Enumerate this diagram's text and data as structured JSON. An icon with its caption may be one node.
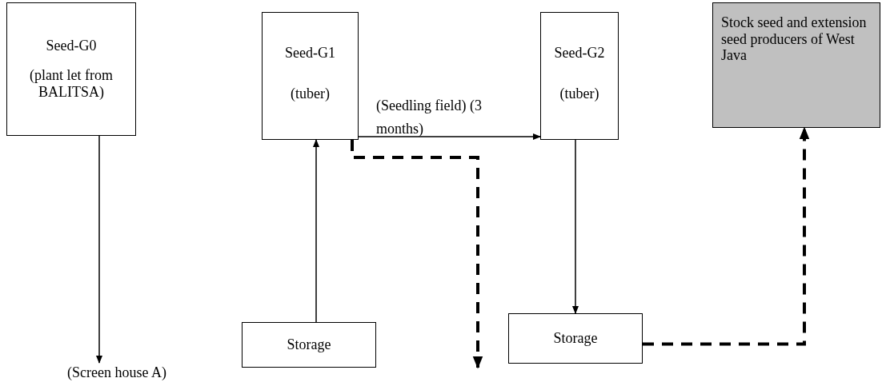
{
  "diagram": {
    "nodes": [
      {
        "text": [
          "Seed-G0",
          "(plant let from BALITSA)"
        ]
      },
      {
        "text": [
          "Seed-G1",
          "(tuber)"
        ]
      },
      {
        "text": [
          "Seed-G2",
          "(tuber)"
        ]
      },
      {
        "text": [
          "Stock seed and extension seed producers of West Java"
        ]
      },
      {
        "text": [
          "Storage"
        ]
      },
      {
        "text": [
          "Storage"
        ]
      },
      {
        "text": [
          "(Screen house A)"
        ]
      }
    ],
    "edges": [
      {
        "from": 0,
        "to": 6,
        "arrow": "to"
      },
      {
        "from": 4,
        "to": 1,
        "arrow": "to"
      },
      {
        "from": 1,
        "to": 2,
        "arrow": "to",
        "label": "(Seedling field) (3 months)"
      },
      {
        "from": 1,
        "to": null,
        "arrow": "to",
        "style": "dashed"
      },
      {
        "from": 2,
        "to": 5,
        "arrow": "to"
      },
      {
        "from": 5,
        "to": 3,
        "arrow": "to",
        "style": "dashed"
      }
    ]
  }
}
